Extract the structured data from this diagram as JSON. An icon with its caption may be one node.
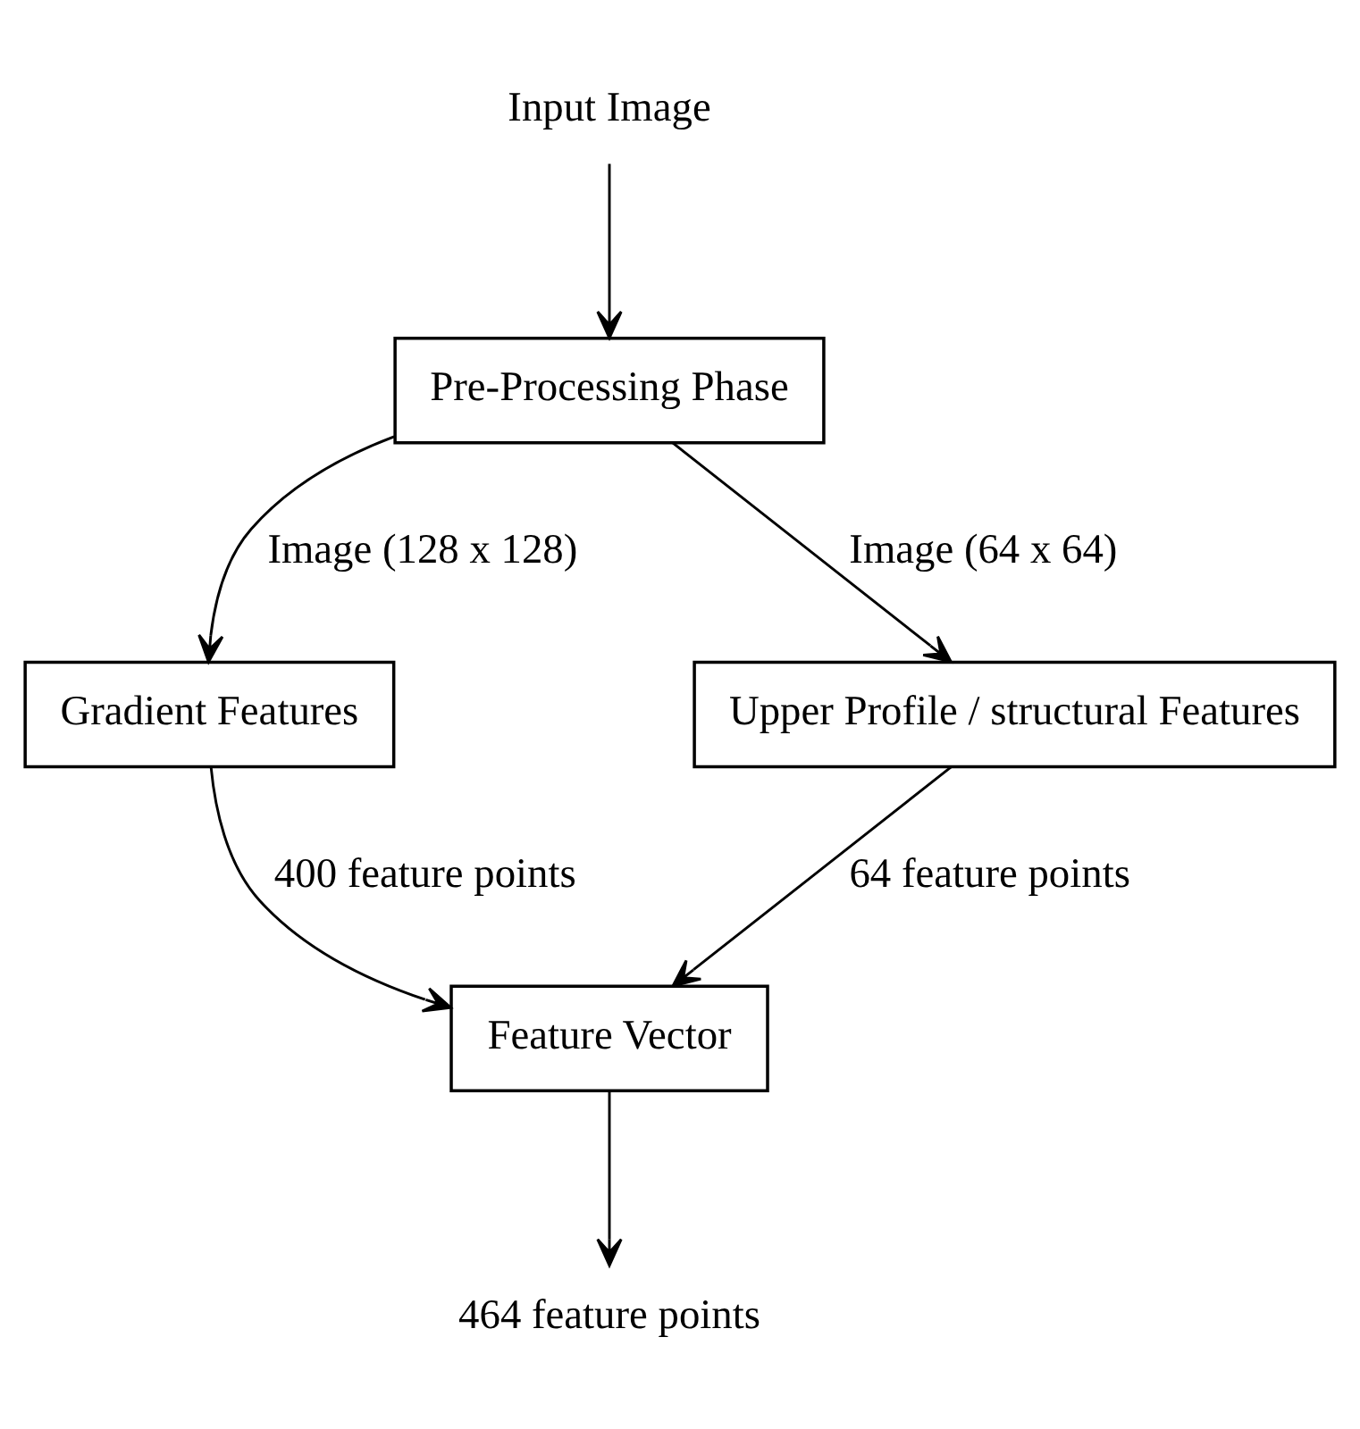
{
  "diagram": {
    "nodes": [
      {
        "text": [
          "Input Image"
        ]
      },
      {
        "text": [
          "Pre-Processing Phase"
        ]
      },
      {
        "text": [
          "Gradient Features"
        ]
      },
      {
        "text": [
          "Upper Profile / structural Features"
        ]
      },
      {
        "text": [
          "Feature Vector"
        ]
      },
      {
        "text": [
          "464 feature points"
        ]
      }
    ],
    "edges": [
      {
        "from": 0,
        "to": 1,
        "arrow": "to"
      },
      {
        "from": 1,
        "to": 2,
        "arrow": "to",
        "label": "Image (128 x 128)"
      },
      {
        "from": 1,
        "to": 3,
        "arrow": "to",
        "label": "Image (64 x 64)"
      },
      {
        "from": 2,
        "to": 4,
        "arrow": "to",
        "label": "400 feature points"
      },
      {
        "from": 3,
        "to": 4,
        "arrow": "to",
        "label": "64 feature points"
      },
      {
        "from": 4,
        "to": 5,
        "arrow": "to"
      }
    ]
  }
}
